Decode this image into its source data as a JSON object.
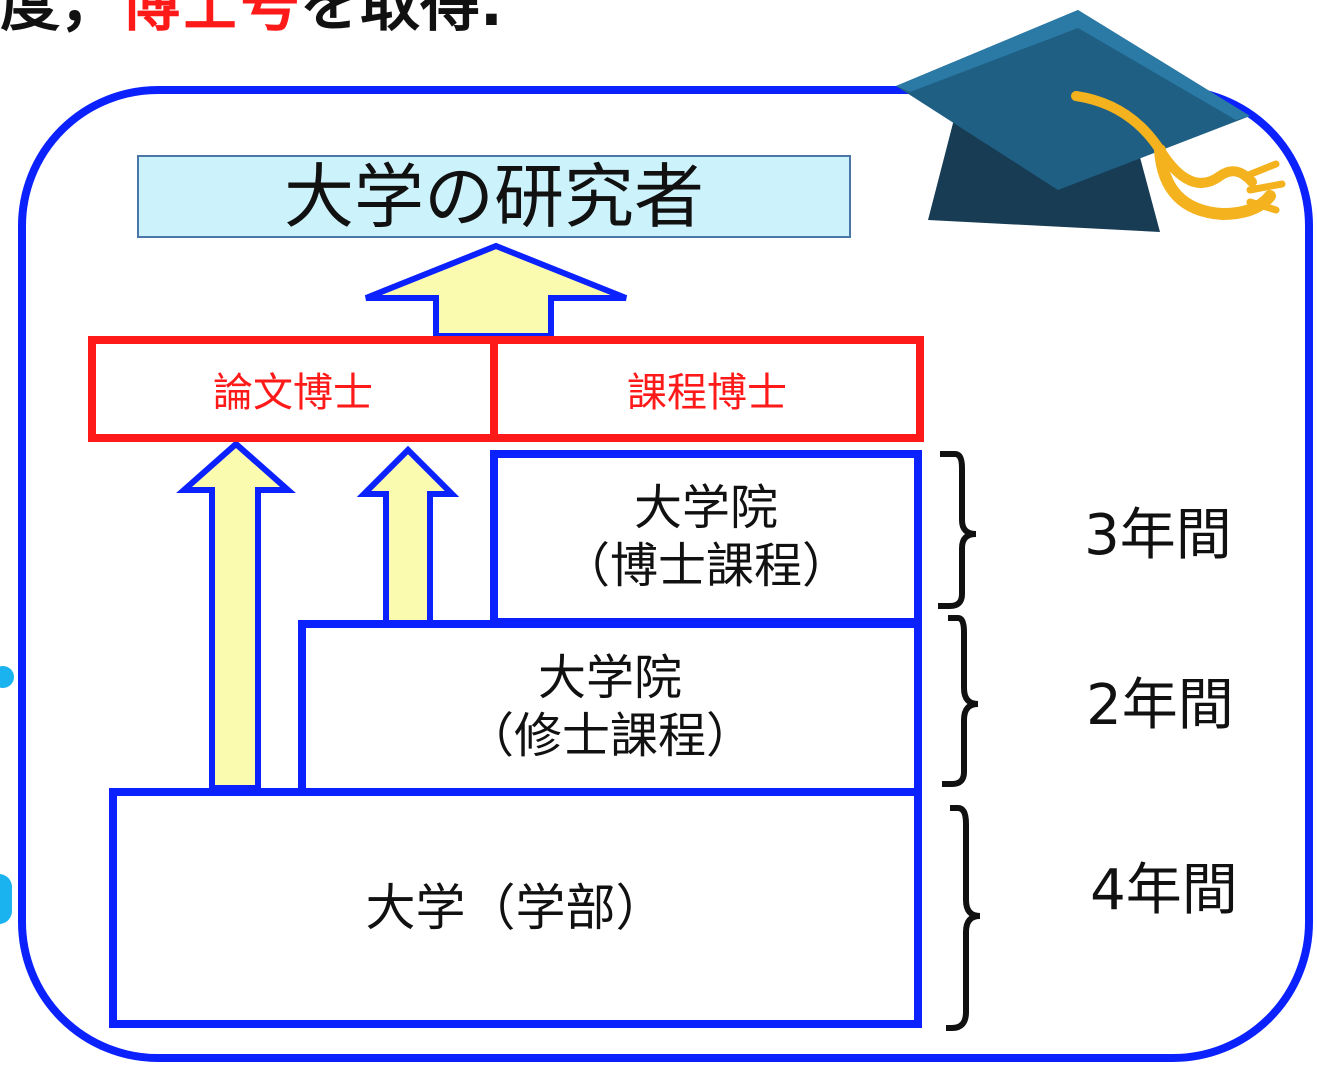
{
  "caption": {
    "prefix": "度，",
    "highlight": "博士号",
    "suffix": "を取得."
  },
  "researcher": {
    "label": "大学の研究者"
  },
  "doctorates": {
    "ronbun": "論文博士",
    "katei": "課程博士"
  },
  "stages": {
    "phd": {
      "line1": "大学院",
      "line2": "（博士課程）"
    },
    "master": {
      "line1": "大学院",
      "line2": "（修士課程）"
    },
    "undergrad": {
      "label": "大学（学部）"
    }
  },
  "durations": {
    "phd": "3年間",
    "master": "2年間",
    "undergrad": "4年間"
  },
  "colors": {
    "frame": "#0b22ff",
    "doctorate_border": "#ff1a1a",
    "arrow_fill": "#fbfbb0",
    "researcher_fill": "#ccf3fb",
    "cap": "#1c4a66",
    "tassel": "#f3b21e"
  }
}
